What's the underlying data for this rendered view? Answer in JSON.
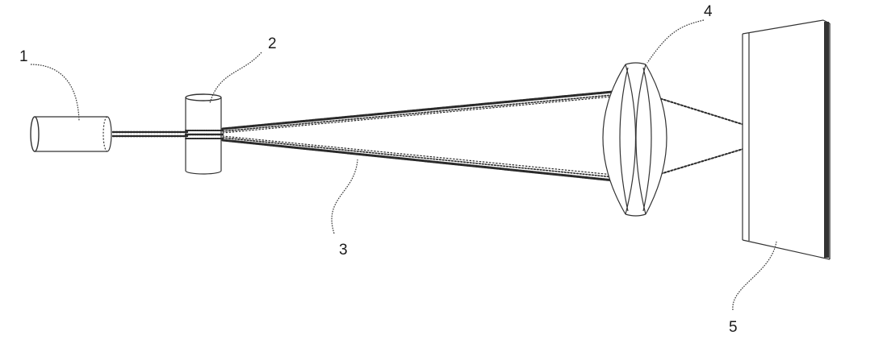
{
  "diagram": {
    "labels": {
      "laser": "1",
      "beam_expander": "2",
      "beam": "3",
      "lens": "4",
      "target_screen": "5"
    },
    "colors": {
      "ink": "#2a2a2a",
      "background": "#ffffff"
    }
  }
}
